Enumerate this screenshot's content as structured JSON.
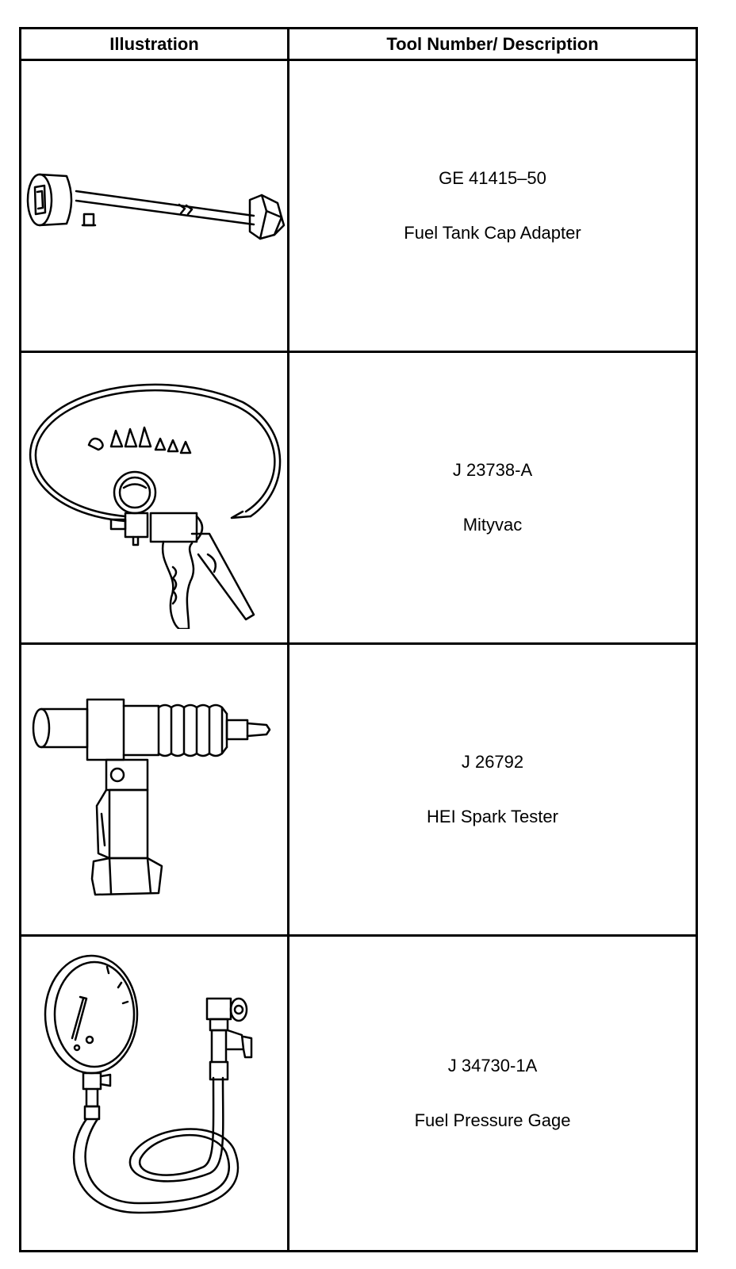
{
  "table": {
    "headers": {
      "illustration": "Illustration",
      "description": "Tool Number/ Description"
    },
    "rows": [
      {
        "tool_number": "GE 41415–50",
        "description": "Fuel Tank Cap Adapter",
        "icon": "fuel-tank-cap-adapter-icon"
      },
      {
        "tool_number": "J 23738-A",
        "description": "Mityvac",
        "icon": "mityvac-icon"
      },
      {
        "tool_number": "J 26792",
        "description": "HEI Spark Tester",
        "icon": "hei-spark-tester-icon"
      },
      {
        "tool_number": "J 34730-1A",
        "description": "Fuel Pressure Gage",
        "icon": "fuel-pressure-gage-icon"
      }
    ]
  }
}
